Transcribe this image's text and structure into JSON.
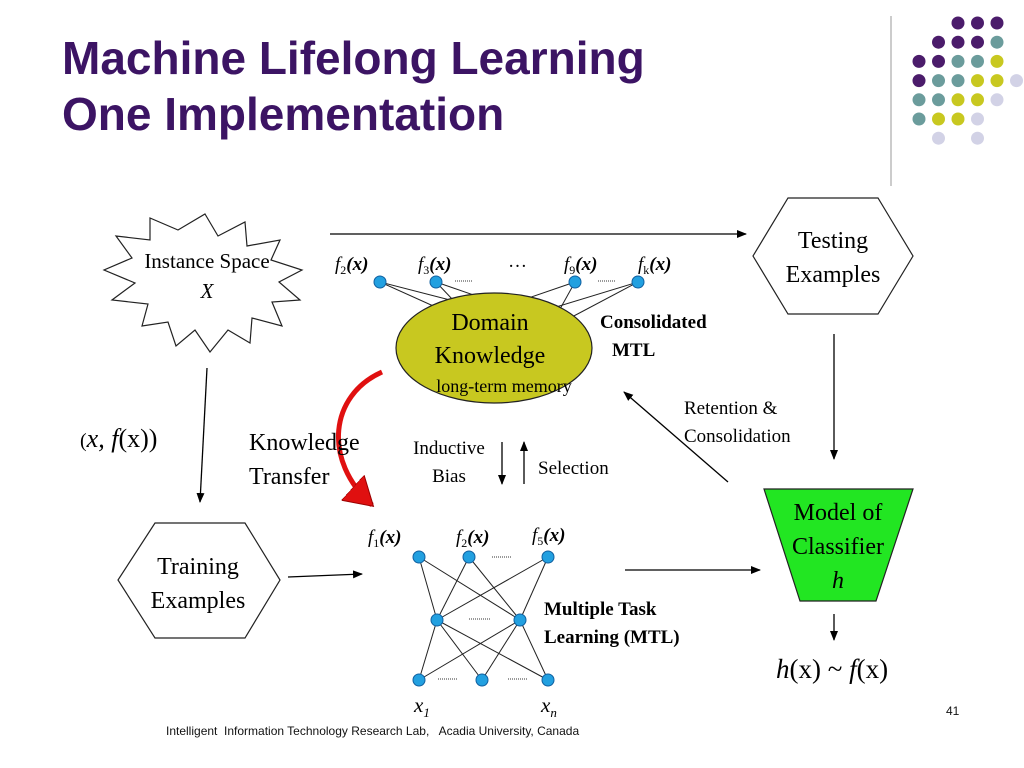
{
  "title": {
    "line1": "Machine Lifelong Learning",
    "line2": "One Implementation"
  },
  "colors": {
    "title": "#3c1464",
    "dot_purple": "#4b1c6b",
    "dot_teal": "#6b9c9c",
    "dot_yellow": "#c8c820",
    "dot_lavender": "#d2d2e6",
    "domain_knowledge_fill": "#c8c820",
    "classifier_fill": "#22e622",
    "node_fill": "#22a0e0",
    "transfer_arrow": "#e01010"
  },
  "instance_space": {
    "line1": "Instance Space",
    "line2": "X"
  },
  "testing": {
    "line1": "Testing",
    "line2": "Examples"
  },
  "training": {
    "line1": "Training",
    "line2": "Examples"
  },
  "domain_knowledge": {
    "line1": "Domain",
    "line2": "Knowledge",
    "line3": "long-term memory"
  },
  "consolidated": {
    "line1": "Consolidated",
    "line2": "MTL"
  },
  "top_outputs": {
    "f2": {
      "f": "f",
      "sub": "2",
      "arg": "(x)"
    },
    "f3": {
      "f": "f",
      "sub": "3",
      "arg": "(x)"
    },
    "ellipsis": "…",
    "f9": {
      "f": "f",
      "sub": "9",
      "arg": "(x)"
    },
    "fk": {
      "f": "f",
      "sub": "k",
      "arg": "(x)"
    }
  },
  "pair_label": {
    "open": "(",
    "x": "x",
    "comma_f": ", f",
    "fx": "(x))"
  },
  "knowledge_transfer": {
    "line1": "Knowledge",
    "line2": "Transfer"
  },
  "inductive_bias": {
    "line1": "Inductive",
    "line2": "Bias"
  },
  "selection": "Selection",
  "retention": {
    "line1": "Retention &",
    "line2": "Consolidation"
  },
  "classifier": {
    "line1": "Model of",
    "line2": "Classifier",
    "line3": "h"
  },
  "bottom_outputs": {
    "f1": {
      "f": "f",
      "sub": "1",
      "arg": "(x)"
    },
    "f2": {
      "f": "f",
      "sub": "2",
      "arg": "(x)"
    },
    "f5": {
      "f": "f",
      "sub": "5",
      "arg": "(x)"
    }
  },
  "mtl": {
    "line1": "Multiple Task",
    "line2": "Learning (MTL)"
  },
  "inputs": {
    "x1": {
      "x": "x",
      "sub": "1"
    },
    "xn": {
      "x": "x",
      "sub": "n"
    }
  },
  "hypothesis": {
    "h": "h",
    "hx": "(x) ~ ",
    "f": "f",
    "fx": "(x)"
  },
  "footer": "Intelligent  Information Technology Research Lab,   Acadia University, Canada",
  "page_number": "41"
}
